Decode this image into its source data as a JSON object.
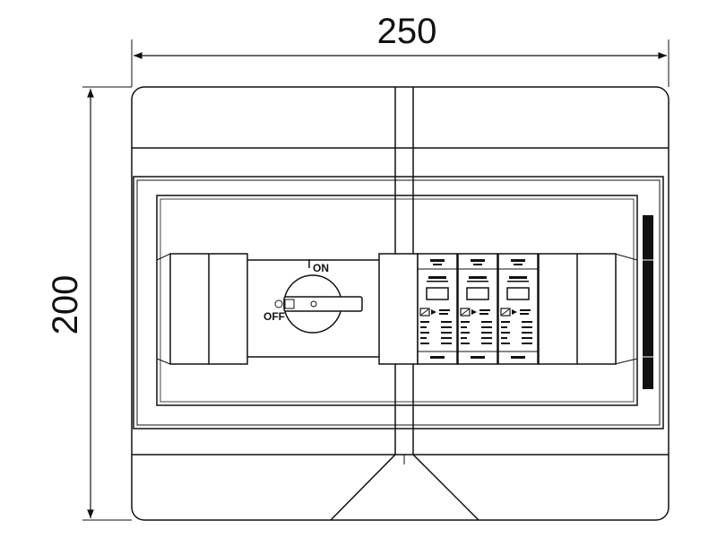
{
  "dimensions": {
    "width": "250",
    "height": "200"
  },
  "switch": {
    "on_label": "ON",
    "off_label": "OFF"
  },
  "colors": {
    "line": "#111111",
    "background": "#ffffff"
  }
}
